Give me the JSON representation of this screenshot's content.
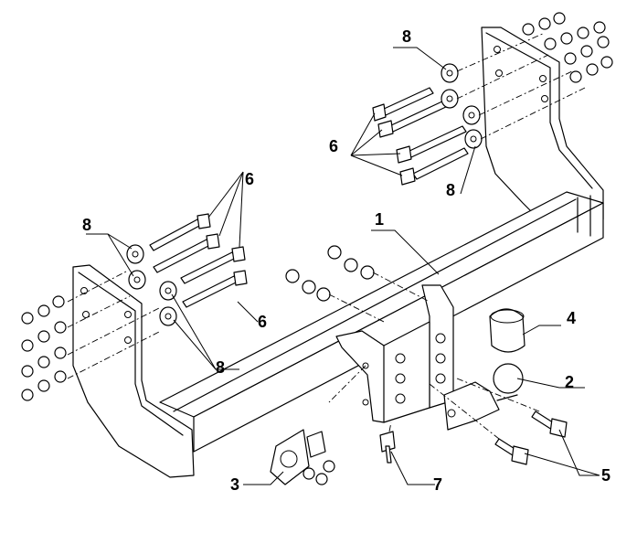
{
  "labels": {
    "bar": "1",
    "ball": "2",
    "socket_plate": "3",
    "cap": "4",
    "bolts_ball": "5",
    "bolts_frame": "6",
    "bolt_small": "7",
    "washers": "8"
  }
}
